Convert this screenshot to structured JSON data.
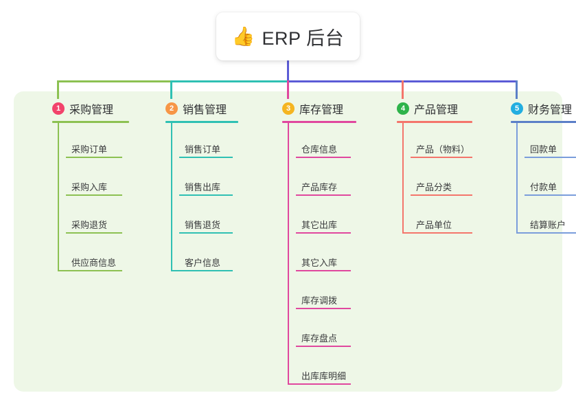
{
  "root": {
    "icon": "thumbs-up-icon",
    "emoji": "👍",
    "title": "ERP 后台"
  },
  "palette": {
    "panel_bg": "#eef7e7",
    "page_bg": "#ffffff",
    "text": "#2f3033",
    "trunk_green": "#7ac143",
    "trunk_teal": "#14b8ac",
    "trunk_purple": "#5b5bd6"
  },
  "columns": [
    {
      "index": "1",
      "badge_color": "#f2436b",
      "line_color": "#8cc152",
      "rule_color": "#8cc152",
      "title": "采购管理",
      "items": [
        {
          "label": "采购订单"
        },
        {
          "label": "采购入库"
        },
        {
          "label": "采购退货"
        },
        {
          "label": "供应商信息"
        }
      ]
    },
    {
      "index": "2",
      "badge_color": "#f79646",
      "line_color": "#2fc0b3",
      "rule_color": "#2fc0b3",
      "title": "销售管理",
      "items": [
        {
          "label": "销售订单"
        },
        {
          "label": "销售出库"
        },
        {
          "label": "销售退货"
        },
        {
          "label": "客户信息"
        }
      ]
    },
    {
      "index": "3",
      "badge_color": "#f5b521",
      "line_color": "#e0479e",
      "rule_color": "#e0479e",
      "title": "库存管理",
      "items": [
        {
          "label": "仓库信息"
        },
        {
          "label": "产品库存"
        },
        {
          "label": "其它出库"
        },
        {
          "label": "其它入库"
        },
        {
          "label": "库存调拨"
        },
        {
          "label": "库存盘点"
        },
        {
          "label": "出库库明细"
        }
      ]
    },
    {
      "index": "4",
      "badge_color": "#2eb34a",
      "line_color": "#f4756b",
      "rule_color": "#f4756b",
      "title": "产品管理",
      "items": [
        {
          "label": "产品（物料）"
        },
        {
          "label": "产品分类"
        },
        {
          "label": "产品单位"
        }
      ]
    },
    {
      "index": "5",
      "badge_color": "#22aee0",
      "line_color": "#7a9ddb",
      "rule_color": "#5b7fc7",
      "title": "财务管理",
      "items": [
        {
          "label": "回款单"
        },
        {
          "label": "付款单"
        },
        {
          "label": "结算账户"
        }
      ]
    }
  ]
}
